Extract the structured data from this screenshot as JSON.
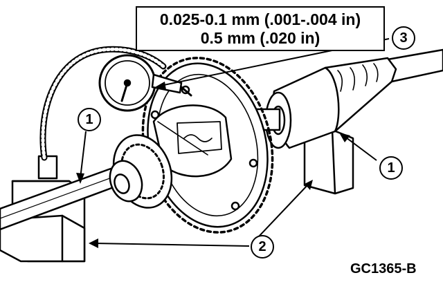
{
  "specification": {
    "line1": "0.025-0.1 mm (.001-.004 in)",
    "line2": "0.5 mm (.020 in)"
  },
  "callouts": {
    "support_left": "1",
    "support_right": "1",
    "supports_bottom": "2",
    "dial_indicator": "3"
  },
  "figure_code": "GC1365-B",
  "colors": {
    "line": "#000000",
    "background": "#ffffff"
  }
}
